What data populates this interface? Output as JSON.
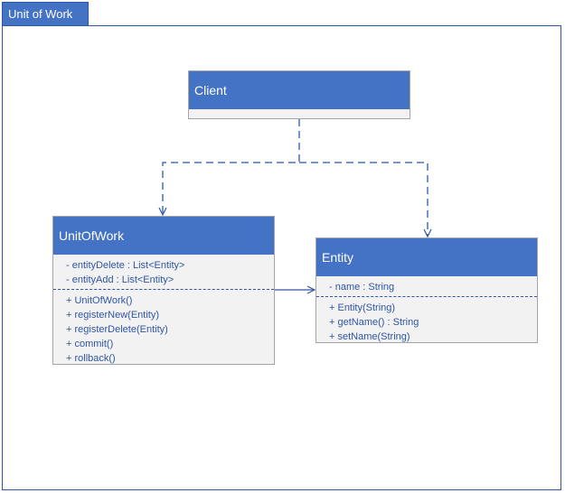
{
  "frame": {
    "title": "Unit of Work"
  },
  "classes": {
    "client": {
      "name": "Client",
      "attributes": [],
      "operations": []
    },
    "unitofwork": {
      "name": "UnitOfWork",
      "attributes": [
        "- entityDelete : List<Entity>",
        "- entityAdd : List<Entity>"
      ],
      "operations": [
        "+ UnitOfWork()",
        "+ registerNew(Entity)",
        "+ registerDelete(Entity)",
        "+ commit()",
        "+ rollback()"
      ]
    },
    "entity": {
      "name": "Entity",
      "attributes": [
        "- name : String"
      ],
      "operations": [
        "+ Entity(String)",
        "+ getName() : String",
        "+ setName(String)"
      ]
    }
  },
  "colors": {
    "header": "#4472c4",
    "border": "#2f55a4",
    "body": "#f2f2f2",
    "text": "#2f55a4"
  }
}
